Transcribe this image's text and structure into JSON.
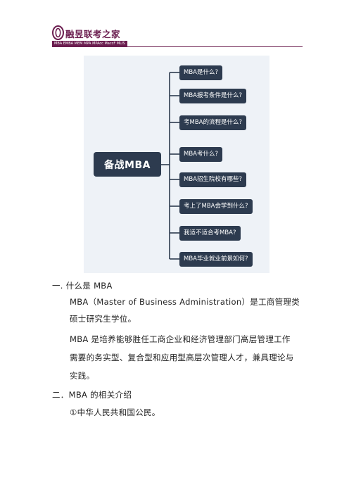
{
  "header": {
    "brand": "融昱联考之家",
    "subtitle": "MBA EMBA MEM MPA MPAcc MaccF MLIS"
  },
  "mindmap": {
    "root": "备战MBA",
    "branches": [
      "MBA是什么?",
      "MBA报考条件是什么?",
      "考MBA的流程是什么?",
      "MBA考什么?",
      "MBA招生院校有哪些?",
      "考上了MBA会学到什么?",
      "我适不适合考MBA?",
      "MBA毕业就业前景如何?"
    ]
  },
  "content": {
    "section1_heading": "一. 什么是 MBA",
    "section1_p1_line1": "MBA（Master of Business Administration）是工商管理类",
    "section1_p1_line2": "硕士研究生学位。",
    "section1_p2_line1": "MBA 是培养能够胜任工商企业和经济管理部门高层管理工作",
    "section1_p2_line2": "需要的务实型、复合型和应用型高层次管理人才，兼具理论与",
    "section1_p2_line3": "实践。",
    "section2_heading": "二．MBA 的相关介绍",
    "section2_item1": "①中华人民共和国公民。"
  }
}
